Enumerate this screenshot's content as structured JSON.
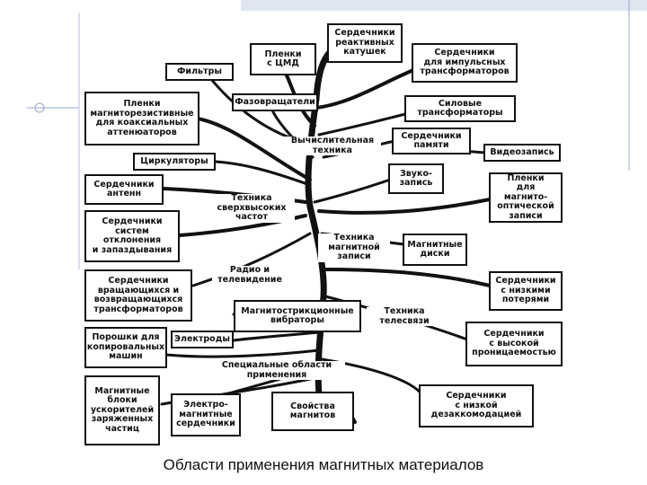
{
  "diagram": {
    "caption": "Области применения магнитных материалов",
    "boxes": {
      "reactive_coil_cores": "Сердечники\nреактивных\nкатушек",
      "cmd_films": "Пленки\nс ЦМД",
      "filters": "Фильтры",
      "pulse_transformer_cores": "Сердечники\nдля импульсных\nтрансформаторов",
      "magnetoresistive_films": "Пленки\nмагниторезистивные\nдля коаксиальных\nаттенюаторов",
      "phase_shifters": "Фазовращатели",
      "power_transformers": "Силовые\nтрансформаторы",
      "memory_cores": "Сердечники\nпамяти",
      "video_recording": "Видеозапись",
      "circulators": "Циркуляторы",
      "sound_recording": "Звуко-\nзапись",
      "magneto_optical_films": "Пленки\nдля магнито-\nоптической\nзаписи",
      "antenna_cores": "Сердечники\nантенн",
      "deflection_cores": "Сердечники\nсистем\nотклонения\nи запаздывания",
      "magnetic_disks": "Магнитные\nдиски",
      "rotating_transformer_cores": "Сердечники\nвращающихся и\nвозвращающихся\nтрансформаторов",
      "low_loss_cores": "Сердечники\nс низкими\nпотерями",
      "magnetostrictive_vibrators": "Магнитострикционные\nвибраторы",
      "copier_powders": "Порошки для\nкопировальных\nмашин",
      "electrodes": "Электроды",
      "high_permeability_cores": "Сердечники\nс высокой\nпроницаемостью",
      "accelerator_units": "Магнитные\nблоки\nускорителей\nзаряженных\nчастиц",
      "electromagnetic_cores": "Электро-\nмагнитные\nсердечники",
      "magnet_properties": "Свойства\nмагнитов",
      "low_disaccommodation_cores": "Сердечники\nс низкой\nдезаккомодацией"
    },
    "labels": {
      "computing": "Вычислительная\nтехника",
      "microwave": "Техника\nсверхвысоких\nчастот",
      "magnetic_recording": "Техника\nмагнитной\nзаписи",
      "radio_tv": "Радио и\nтелевидение",
      "telecom": "Техника\nтелесвязи",
      "special_fields": "Специальные области\nприменения"
    }
  }
}
